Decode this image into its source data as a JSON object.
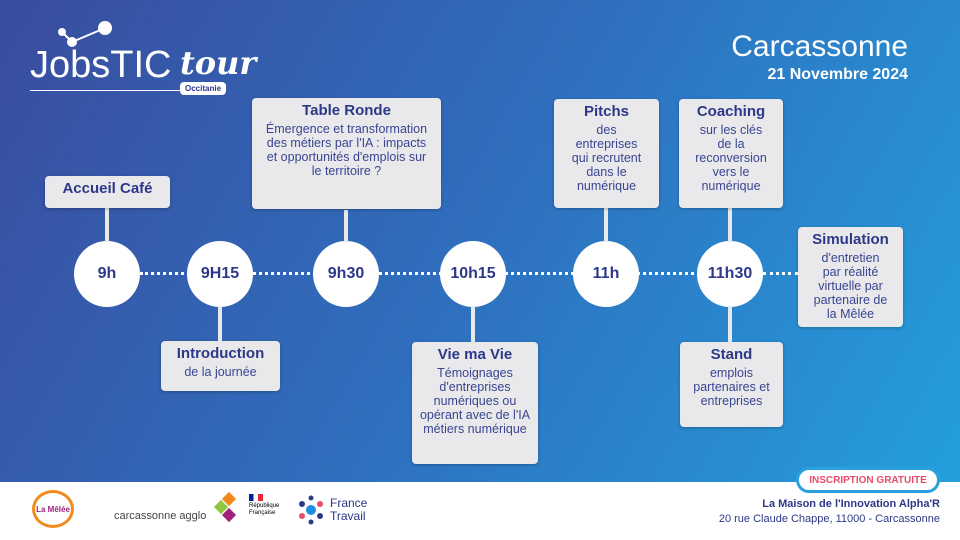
{
  "header": {
    "city": "Carcassonne",
    "date": "21 Novembre 2024",
    "logo_text": "JobsTIC",
    "logo_script": "tour",
    "logo_region": "Occitanie"
  },
  "timeline": [
    {
      "time": "9h",
      "above": {
        "title": "Accueil Café",
        "desc": ""
      }
    },
    {
      "time": "9H15",
      "below": {
        "title": "Introduction",
        "desc": "de la journée"
      }
    },
    {
      "time": "9h30",
      "above": {
        "title": "Table Ronde",
        "desc": "Émergence et transformation des métiers par l'IA : impacts et opportunités d'emplois sur le territoire ?"
      }
    },
    {
      "time": "10h15",
      "below": {
        "title": "Vie ma Vie",
        "desc": "Témoignages d'entreprises numériques ou opérant avec de l'IA métiers numérique"
      }
    },
    {
      "time": "11h",
      "above": {
        "title": "Pitchs",
        "desc": "des entreprises qui recrutent dans le numérique"
      }
    },
    {
      "time": "11h30",
      "above": {
        "title": "Coaching",
        "desc": "sur les clés de la reconversion vers le numérique"
      },
      "below": {
        "title": "Stand",
        "desc": "emplois partenaires et entreprises"
      },
      "right": {
        "title": "Simulation",
        "desc": "d'entretien par réalité virtuelle par partenaire de la Mêlée"
      }
    }
  ],
  "footer": {
    "cta": "INSCRIPTION GRATUITE",
    "venue": "La Maison de l'Innovation Alpha'R",
    "address": "20 rue Claude Chappe, 11000 - Carcassonne",
    "partners": [
      "La Mêlée",
      "carcassonne agglo",
      "République Française",
      "France Travail"
    ]
  }
}
